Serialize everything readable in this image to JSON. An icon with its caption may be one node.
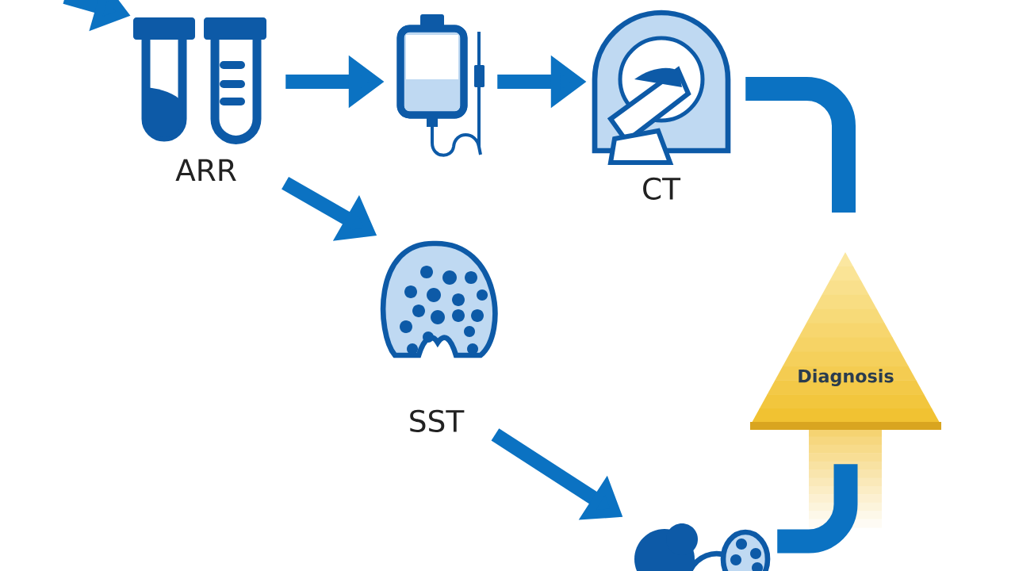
{
  "diagram": {
    "nodes": [
      {
        "text": [
          "ARR"
        ]
      },
      {
        "text": [],
        "shape": "picture"
      },
      {
        "text": [
          "CT"
        ]
      },
      {
        "text": [
          "SST"
        ]
      },
      {
        "text": [],
        "shape": "picture"
      },
      {
        "text": [
          "Diagnosis"
        ]
      }
    ],
    "edges": [
      {
        "from": null,
        "to": 0,
        "arrow": "to"
      },
      {
        "from": 0,
        "to": 1,
        "arrow": "to"
      },
      {
        "from": 1,
        "to": 2,
        "arrow": "to"
      },
      {
        "from": 2,
        "to": null,
        "arrow": "none"
      },
      {
        "from": 0,
        "to": 3,
        "arrow": "to"
      },
      {
        "from": 3,
        "to": 4,
        "arrow": "to"
      },
      {
        "from": 4,
        "to": 5,
        "arrow": "none"
      }
    ]
  }
}
